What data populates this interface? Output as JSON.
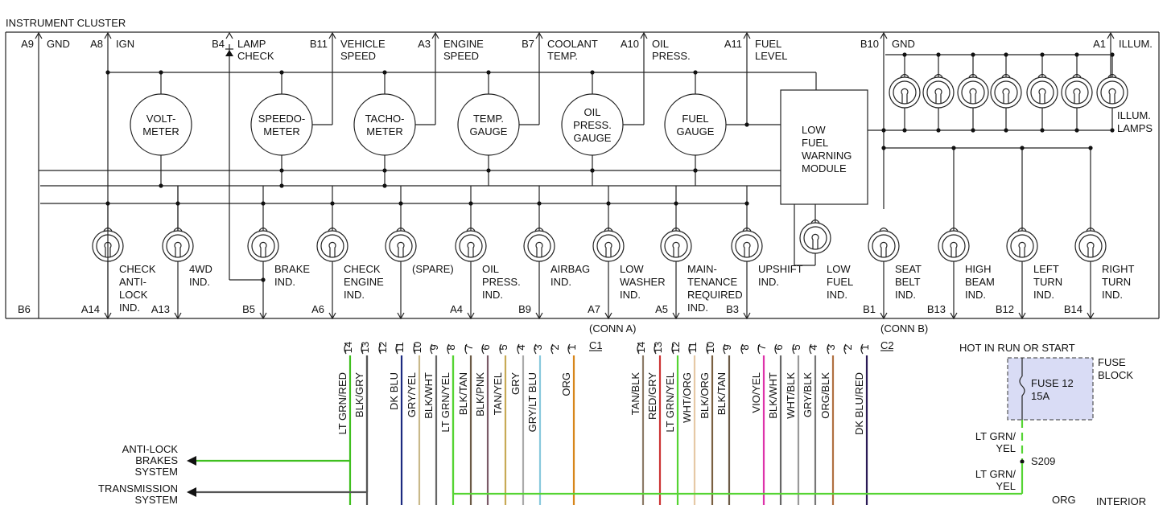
{
  "title": "INSTRUMENT CLUSTER",
  "top_pins": [
    {
      "pin": "A9",
      "label": [
        "GND"
      ]
    },
    {
      "pin": "A8",
      "label": [
        "IGN"
      ]
    },
    {
      "pin": "B4",
      "label": [
        "LAMP",
        "CHECK"
      ]
    },
    {
      "pin": "B11",
      "label": [
        "VEHICLE",
        "SPEED"
      ]
    },
    {
      "pin": "A3",
      "label": [
        "ENGINE",
        "SPEED"
      ]
    },
    {
      "pin": "B7",
      "label": [
        "COOLANT",
        "TEMP."
      ]
    },
    {
      "pin": "A10",
      "label": [
        "OIL",
        "PRESS."
      ]
    },
    {
      "pin": "A11",
      "label": [
        "FUEL",
        "LEVEL"
      ]
    },
    {
      "pin": "B10",
      "label": [
        "GND"
      ]
    },
    {
      "pin": "A1",
      "label": [
        "ILLUM."
      ]
    }
  ],
  "gauges": [
    {
      "label": [
        "VOLT-",
        "METER"
      ]
    },
    {
      "label": [
        "SPEEDO-",
        "METER"
      ]
    },
    {
      "label": [
        "TACHO-",
        "METER"
      ]
    },
    {
      "label": [
        "TEMP.",
        "GAUGE"
      ]
    },
    {
      "label": [
        "OIL",
        "PRESS.",
        "GAUGE"
      ]
    },
    {
      "label": [
        "FUEL",
        "GAUGE"
      ]
    }
  ],
  "module": {
    "label": [
      "LOW",
      "FUEL",
      "WARNING",
      "MODULE"
    ]
  },
  "illum_lamps": {
    "count": 7,
    "label": [
      "ILLUM.",
      "LAMPS"
    ]
  },
  "indicators": [
    {
      "label": [
        "CHECK",
        "ANTI-",
        "LOCK",
        "IND."
      ],
      "pin": "A14"
    },
    {
      "label": [
        "4WD",
        "IND."
      ],
      "pin": "A13"
    },
    {
      "label": [
        "BRAKE",
        "IND."
      ],
      "pin": "B5"
    },
    {
      "label": [
        "CHECK",
        "ENGINE",
        "IND."
      ],
      "pin": "A6"
    },
    {
      "label": [
        "(SPARE)"
      ],
      "pin": ""
    },
    {
      "label": [
        "OIL",
        "PRESS.",
        "IND."
      ],
      "pin": "A4"
    },
    {
      "label": [
        "AIRBAG",
        "IND."
      ],
      "pin": "B9"
    },
    {
      "label": [
        "LOW",
        "WASHER",
        "IND."
      ],
      "pin": "A7"
    },
    {
      "label": [
        "MAIN-",
        "TENANCE",
        "REQUIRED",
        "IND."
      ],
      "pin": "A5"
    },
    {
      "label": [
        "UPSHIFT",
        "IND."
      ],
      "pin": "B3"
    },
    {
      "label": [
        "LOW",
        "FUEL",
        "IND."
      ],
      "pin": ""
    },
    {
      "label": [
        "SEAT",
        "BELT",
        "IND."
      ],
      "pin": "B1"
    },
    {
      "label": [
        "HIGH",
        "BEAM",
        "IND."
      ],
      "pin": "B13"
    },
    {
      "label": [
        "LEFT",
        "TURN",
        "IND."
      ],
      "pin": "B12"
    },
    {
      "label": [
        "RIGHT",
        "TURN",
        "IND."
      ],
      "pin": "B14"
    }
  ],
  "bottom_left_pin": "B6",
  "connector_a": {
    "label": "(CONN A)",
    "id": "C1",
    "pins": [
      "14",
      "13",
      "12",
      "11",
      "10",
      "9",
      "8",
      "7",
      "6",
      "5",
      "4",
      "3",
      "2",
      "1"
    ],
    "wires": [
      "LT GRN/RED",
      "BLK/GRY",
      "",
      "DK BLU",
      "GRY/YEL",
      "BLK/WHT",
      "LT GRN/YEL",
      "BLK/TAN",
      "BLK/PNK",
      "TAN/YEL",
      "GRY",
      "GRY/LT BLU",
      "",
      "ORG"
    ]
  },
  "connector_b": {
    "label": "(CONN B)",
    "id": "C2",
    "pins": [
      "14",
      "13",
      "12",
      "11",
      "10",
      "9",
      "8",
      "7",
      "6",
      "5",
      "4",
      "3",
      "2",
      "1"
    ],
    "wires": [
      "TAN/BLK",
      "RED/GRY",
      "LT GRN/YEL",
      "WHT/ORG",
      "BLK/ORG",
      "BLK/TAN",
      "",
      "VIO/YEL",
      "BLK/WHT",
      "WHT/BLK",
      "GRY/BLK",
      "ORG/BLK",
      "",
      "DK BLU/RED"
    ]
  },
  "wire_colors": {
    "LT GRN/RED": "#3fbf1f",
    "BLK/GRY": "#555555",
    "DK BLU": "#1c2a80",
    "GRY/YEL": "#c9b98a",
    "BLK/WHT": "#666666",
    "LT GRN/YEL": "#55d433",
    "BLK/TAN": "#6b5a45",
    "BLK/PNK": "#7a5a66",
    "TAN/YEL": "#c7aa55",
    "GRY": "#aaaaaa",
    "GRY/LT BLU": "#88c8dd",
    "ORG": "#d7861b",
    "TAN/BLK": "#8c7a66",
    "RED/GRY": "#cc3333",
    "WHT/ORG": "#e6c9a6",
    "BLK/ORG": "#7a6040",
    "VIO/YEL": "#dd33aa",
    "WHT/BLK": "#999999",
    "GRY/BLK": "#777777",
    "ORG/BLK": "#b07040",
    "DK BLU/RED": "#2a1a55"
  },
  "destinations": [
    {
      "label": [
        "ANTI-LOCK",
        "BRAKES",
        "SYSTEM"
      ]
    },
    {
      "label": [
        "TRANSMISSION",
        "SYSTEM"
      ]
    }
  ],
  "power": {
    "hot_label": "HOT IN RUN OR START",
    "block_label": [
      "FUSE",
      "BLOCK"
    ],
    "fuse_label": [
      "FUSE 12",
      "15A"
    ],
    "wire_label_1": [
      "LT GRN/",
      "YEL"
    ],
    "splice": "S209",
    "wire_label_2": [
      "LT GRN/",
      "YEL"
    ],
    "bottom_labels": [
      "ORG",
      "INTERIOR"
    ]
  }
}
